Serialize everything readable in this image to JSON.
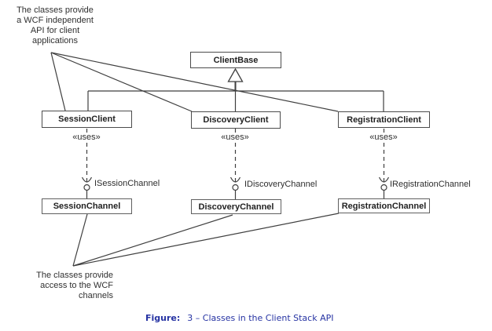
{
  "notes": {
    "top": "The classes provide\na WCF independent\nAPI for client\napplications",
    "bottom": "The classes provide\naccess to the WCF\nchannels"
  },
  "base_class": {
    "label": "ClientBase"
  },
  "columns": [
    {
      "client": "SessionClient",
      "stereotype": "«uses»",
      "interface": "ISessionChannel",
      "channel": "SessionChannel"
    },
    {
      "client": "DiscoveryClient",
      "stereotype": "«uses»",
      "interface": "IDiscoveryChannel",
      "channel": "DiscoveryChannel"
    },
    {
      "client": "RegistrationClient",
      "stereotype": "«uses»",
      "interface": "IRegistrationChannel",
      "channel": "RegistrationChannel"
    }
  ],
  "caption": {
    "label": "Figure:",
    "text": "3 – Classes in the Client Stack API"
  },
  "colors": {
    "line": "#3f3f3f",
    "box_border": "#4c4c4c",
    "channel_border": "#5f5f5f",
    "text": "#222222",
    "caption_blue": "#2633a3",
    "background": "#ffffff"
  }
}
